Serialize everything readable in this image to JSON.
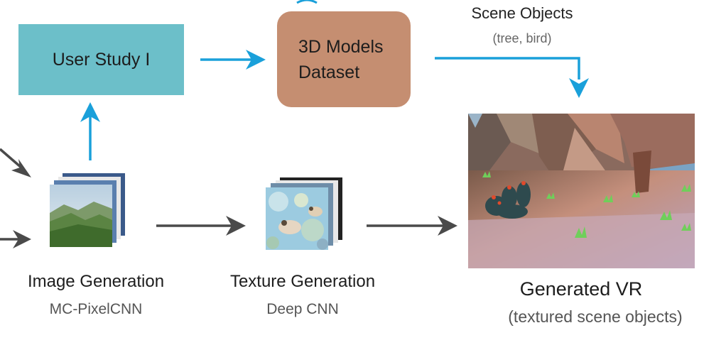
{
  "user_study": {
    "label": "User Study I"
  },
  "models_dataset": {
    "line1": "3D Models",
    "line2": "Dataset"
  },
  "scene_objects": {
    "title": "Scene Objects",
    "subtitle": "(tree, bird)"
  },
  "image_generation": {
    "title": "Image Generation",
    "subtitle": "MC-PixelCNN"
  },
  "texture_generation": {
    "title": "Texture Generation",
    "subtitle": "Deep CNN"
  },
  "generated_vr": {
    "title": "Generated VR",
    "subtitle": "(textured scene objects)"
  },
  "colors": {
    "blue_arrow": "#1aa0da",
    "gray_arrow": "#4a4a4a",
    "study_box": "#6cbfc9",
    "models_box": "#c58e71"
  }
}
